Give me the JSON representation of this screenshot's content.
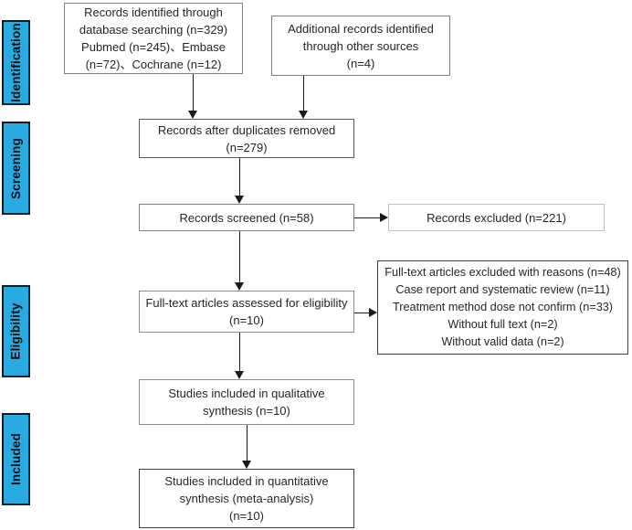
{
  "sidebar": {
    "color": "#29ABE2",
    "stages": [
      "Identification",
      "Screening",
      "Eligibility",
      "Included"
    ]
  },
  "boxes": {
    "identified": {
      "lines": [
        "Records identified through",
        "database searching (n=329)",
        "Pubmed (n=245)、Embase",
        "(n=72)、Cochrane (n=12)"
      ]
    },
    "additional": {
      "lines": [
        "Additional records identified",
        "through other sources",
        "(n=4)"
      ]
    },
    "duplicates_removed": {
      "lines": [
        "Records after duplicates removed",
        "(n=279)"
      ]
    },
    "screened": {
      "lines": [
        "Records screened (n=58)"
      ]
    },
    "records_excluded": {
      "lines": [
        "Records excluded (n=221)"
      ]
    },
    "assessed": {
      "lines": [
        "Full-text articles assessed for eligibility",
        "(n=10)"
      ]
    },
    "fulltext_excluded": {
      "lines": [
        "Full-text articles excluded with reasons (n=48)",
        "Case report and systematic review (n=11)",
        "Treatment method dose not confirm (n=33)",
        "Without full text (n=2)",
        "Without valid data (n=2)"
      ]
    },
    "qualitative": {
      "lines": [
        "Studies included in qualitative",
        "synthesis (n=10)"
      ]
    },
    "quantitative": {
      "lines": [
        "Studies included in quantitative",
        "synthesis (meta-analysis)",
        "(n=10)"
      ]
    }
  }
}
